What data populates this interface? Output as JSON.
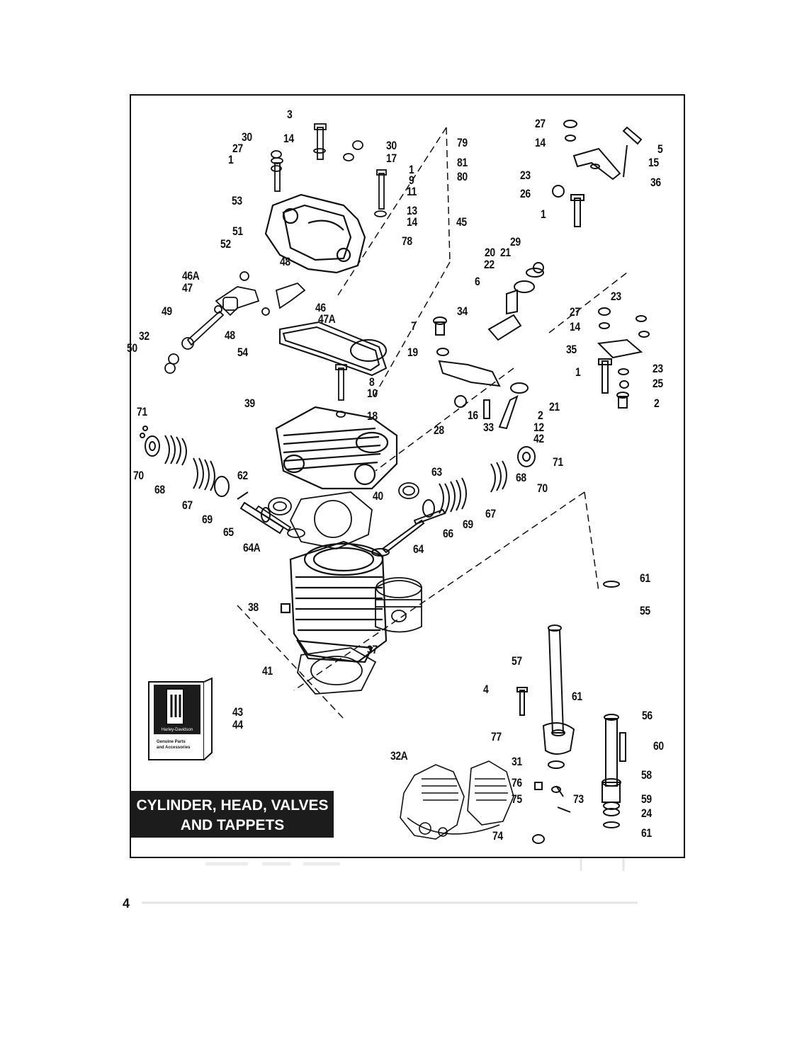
{
  "title": {
    "line1": "CYLINDER, HEAD, VALVES",
    "line2": "AND TAPPETS"
  },
  "page_number": "4",
  "catalog_book": {
    "brand": "Harley-Davidson",
    "line1": "Genuine Parts",
    "line2": "and Accessories"
  },
  "callouts": {
    "c3": "3",
    "c30a": "30",
    "c14a": "14",
    "c27a": "27",
    "c1a": "1",
    "c53": "53",
    "c30b": "30",
    "c17": "17",
    "c1b": "1",
    "c9": "9",
    "c11": "11",
    "c13": "13",
    "c14b": "14",
    "c45": "45",
    "c78": "78",
    "c79": "79",
    "c81": "81",
    "c80": "80",
    "c51": "51",
    "c52": "52",
    "c48a": "48",
    "c46a": "46A",
    "c47": "47",
    "c46": "46",
    "c47a": "47A",
    "c49": "49",
    "c48b": "48",
    "c32": "32",
    "c50": "50",
    "c54": "54",
    "c7": "7",
    "c19": "19",
    "c8": "8",
    "c10": "10",
    "c39": "39",
    "c18": "18",
    "c71a": "71",
    "c70a": "70",
    "c68a": "68",
    "c67a": "67",
    "c69a": "69",
    "c62": "62",
    "c65": "65",
    "c64a": "64A",
    "c40": "40",
    "c63": "63",
    "c67b": "67",
    "c69b": "69",
    "c66": "66",
    "c64": "64",
    "c38": "38",
    "c37": "37",
    "c41": "41",
    "c43": "43",
    "c44": "44",
    "c27b": "27",
    "c14c": "14",
    "c5": "5",
    "c15": "15",
    "c23a": "23",
    "c36": "36",
    "c26": "26",
    "c1c": "1",
    "c29": "29",
    "c20": "20",
    "c21a": "21",
    "c22": "22",
    "c6": "6",
    "c34": "34",
    "c23b": "23",
    "c27c": "27",
    "c14d": "14",
    "c35": "35",
    "c1d": "1",
    "c23c": "23",
    "c25": "25",
    "c2a": "2",
    "c16": "16",
    "c28": "28",
    "c33": "33",
    "c2b": "2",
    "c12": "12",
    "c42": "42",
    "c21b": "21",
    "c71b": "71",
    "c68b": "68",
    "c70b": "70",
    "c61a": "61",
    "c55": "55",
    "c57": "57",
    "c4": "4",
    "c61b": "61",
    "c56": "56",
    "c77": "77",
    "c60": "60",
    "c31": "31",
    "c58": "58",
    "c76": "76",
    "c75": "75",
    "c73": "73",
    "c59": "59",
    "c24": "24",
    "c74": "74",
    "c61c": "61",
    "c32a": "32A"
  },
  "colors": {
    "ink": "#111111",
    "title_bg": "#1c1c1c",
    "title_text": "#ffffff",
    "paper": "#ffffff"
  }
}
